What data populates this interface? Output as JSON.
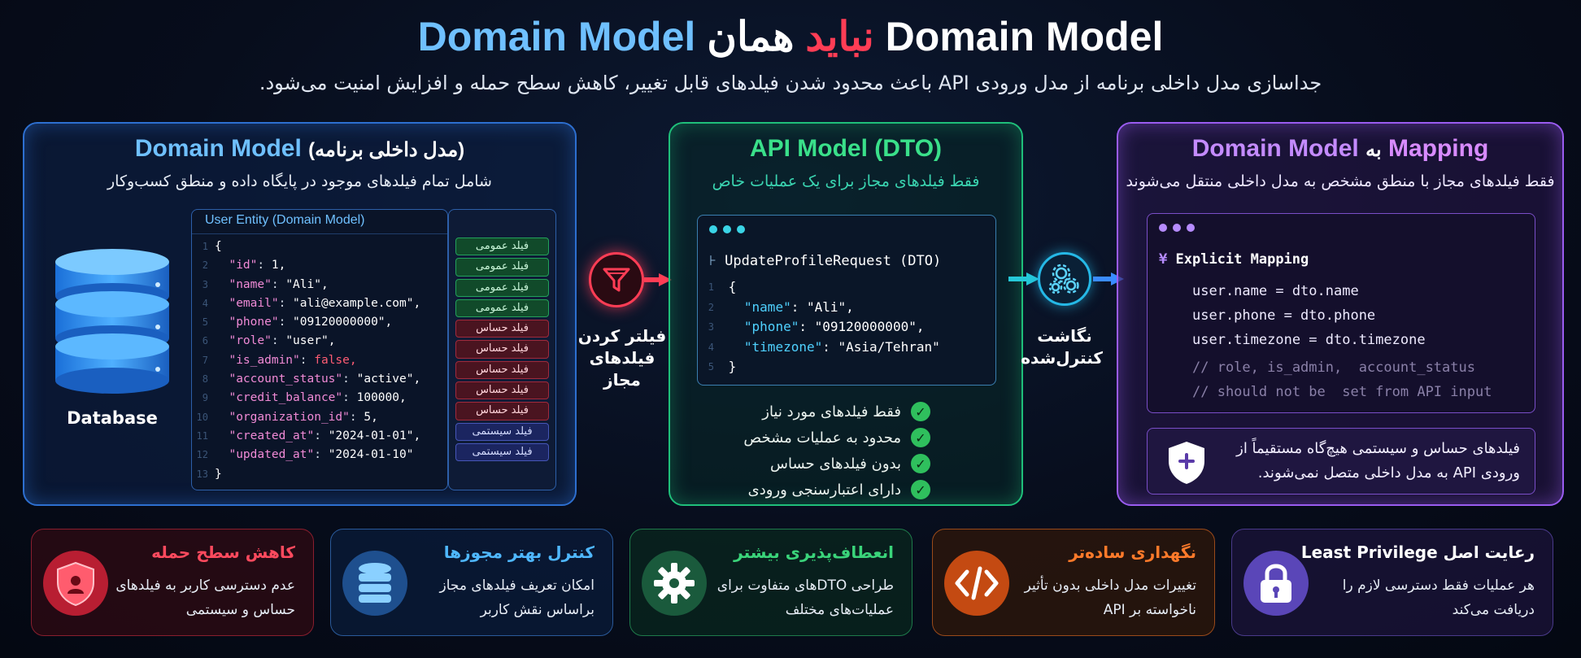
{
  "header": {
    "title_part1": "Domain Model",
    "title_part2": "نباید",
    "title_part3": "همان",
    "title_part4": "Domain Model",
    "subtitle": "جداسازی مدل داخلی برنامه از مدل ورودی API باعث محدود شدن فیلدهای قابل تغییر، کاهش سطح حمله و افزایش امنیت می‌شود."
  },
  "domain_panel": {
    "title_en": "Domain Model",
    "title_fa": "(مدل داخلی برنامه)",
    "subtitle": "شامل تمام فیلدهای موجود در پایگاه داده و منطق کسب‌وکار",
    "db_label": "Database",
    "code_header": "User Entity (Domain Model)",
    "code_lines": [
      {
        "n": "1",
        "k": "",
        "v": "{"
      },
      {
        "n": "2",
        "k": "\"id\"",
        "v": " 1,"
      },
      {
        "n": "3",
        "k": "\"name\"",
        "v": " \"Ali\","
      },
      {
        "n": "4",
        "k": "\"email\"",
        "v": " \"ali@example.com\","
      },
      {
        "n": "5",
        "k": "\"phone\"",
        "v": " \"09120000000\","
      },
      {
        "n": "6",
        "k": "\"role\"",
        "v": " \"user\","
      },
      {
        "n": "7",
        "k": "\"is_admin\"",
        "v": " false,"
      },
      {
        "n": "8",
        "k": "\"account_status\"",
        "v": " \"active\","
      },
      {
        "n": "9",
        "k": "\"credit_balance\"",
        "v": " 100000,"
      },
      {
        "n": "10",
        "k": "\"organization_id\"",
        "v": " 5,"
      },
      {
        "n": "11",
        "k": "\"created_at\"",
        "v": " \"2024-01-01\","
      },
      {
        "n": "12",
        "k": "\"updated_at\"",
        "v": " \"2024-01-10\""
      },
      {
        "n": "13",
        "k": "",
        "v": "}"
      }
    ],
    "tags": [
      {
        "label": "فیلد عمومی",
        "kind": "public"
      },
      {
        "label": "فیلد عمومی",
        "kind": "public"
      },
      {
        "label": "فیلد عمومی",
        "kind": "public"
      },
      {
        "label": "فیلد عمومی",
        "kind": "public"
      },
      {
        "label": "فیلد حساس",
        "kind": "sensitive"
      },
      {
        "label": "فیلد حساس",
        "kind": "sensitive"
      },
      {
        "label": "فیلد حساس",
        "kind": "sensitive"
      },
      {
        "label": "فیلد حساس",
        "kind": "sensitive"
      },
      {
        "label": "فیلد حساس",
        "kind": "sensitive"
      },
      {
        "label": "فیلد سیستمی",
        "kind": "system"
      },
      {
        "label": "فیلد سیستمی",
        "kind": "system"
      }
    ]
  },
  "filter": {
    "label_line1": "فیلتر کردن",
    "label_line2": "فیلدهای مجاز"
  },
  "api_panel": {
    "title": "API Model (DTO)",
    "subtitle": "فقط فیلدهای مجاز برای یک عملیات خاص",
    "dto_header": "UpdateProfileRequest (DTO)",
    "dto_lines": [
      {
        "n": "1",
        "k": "",
        "v": "{"
      },
      {
        "n": "2",
        "k": "\"name\"",
        "v": ": \"Ali\","
      },
      {
        "n": "3",
        "k": "\"phone\"",
        "v": ": \"09120000000\","
      },
      {
        "n": "4",
        "k": "\"timezone\"",
        "v": ": \"Asia/Tehran\""
      },
      {
        "n": "5",
        "k": "",
        "v": "}"
      }
    ],
    "checks": [
      "فقط فیلدهای مورد نیاز",
      "محدود به عملیات مشخص",
      "بدون فیلدهای حساس",
      "دارای اعتبارسنجی ورودی"
    ]
  },
  "mapping_step": {
    "label_line1": "نگاشت",
    "label_line2": "کنترل‌شده"
  },
  "map_panel": {
    "title_en1": "Mapping",
    "title_fa": "به",
    "title_en2": "Domain Model",
    "subtitle": "فقط فیلدهای مجاز با منطق مشخص به مدل داخلی منتقل می‌شوند",
    "code_header": "Explicit Mapping",
    "code_lines": [
      {
        "text": "user.name = dto.name",
        "kind": "cmd"
      },
      {
        "text": "user.phone = dto.phone",
        "kind": "cmd"
      },
      {
        "text": "user.timezone = dto.timezone",
        "kind": "cmd"
      },
      {
        "text": "// role, is_admin,  account_status",
        "kind": "cmt"
      },
      {
        "text": "// should not be  set from API input",
        "kind": "cmt"
      }
    ],
    "shield_text": "فیلدهای حساس و سیستمی هیچ‌گاه مستقیماً از ورودی API به مدل داخلی متصل نمی‌شوند."
  },
  "cards": [
    {
      "title": "کاهش سطح حمله",
      "desc": "عدم دسترسی کاربر به فیلدهای حساس و سیستمی"
    },
    {
      "title": "کنترل بهتر مجوزها",
      "desc": "امکان تعریف فیلدهای مجاز براساس نقش کاربر"
    },
    {
      "title": "انعطاف‌پذیری بیشتر",
      "desc": "طراحی DTOهای متفاوت برای عملیات‌های مختلف"
    },
    {
      "title": "نگهداری ساده‌تر",
      "desc": "تغییرات مدل داخلی بدون تأثیر ناخواسته بر API"
    },
    {
      "title": "رعایت اصل Least Privilege",
      "desc": "هر عملیات فقط دسترسی لازم را دریافت می‌کند"
    }
  ],
  "colors": {
    "accent_blue": "#6fc0ff",
    "accent_red": "#ff3d55",
    "accent_green": "#1fbf7a",
    "accent_purple": "#9a5cf0"
  },
  "icons": {
    "database": "database-icon",
    "filter": "filter-funnel-icon",
    "gears": "gears-icon",
    "shield": "shield-icon",
    "check": "check-icon",
    "lock": "lock-icon",
    "code": "code-brackets-icon"
  }
}
